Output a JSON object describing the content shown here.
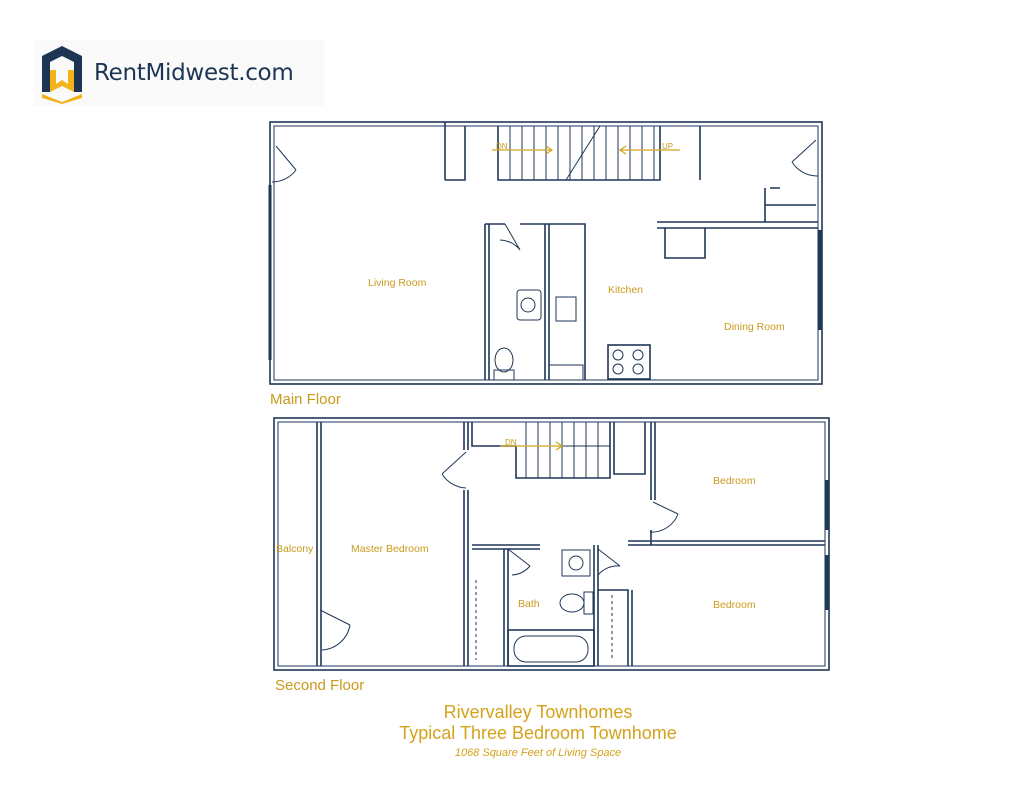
{
  "logo": {
    "text": "RentMidwest.com"
  },
  "main_floor": {
    "label": "Main Floor",
    "rooms": [
      "Living Room",
      "Kitchen",
      "Dining Room"
    ],
    "stairs": {
      "down": "DN",
      "up": "UP"
    }
  },
  "second_floor": {
    "label": "Second Floor",
    "rooms": [
      "Balcony",
      "Master Bedroom",
      "Bedroom",
      "Bedroom",
      "Bath"
    ],
    "stairs": {
      "down": "DN"
    }
  },
  "title": {
    "property": "Rivervalley Townhomes",
    "unit_type": "Typical Three Bedroom Townhome",
    "area": "1068 Square Feet of Living Space"
  },
  "colors": {
    "navy": "#1f3758",
    "gold": "#d4a21a"
  }
}
